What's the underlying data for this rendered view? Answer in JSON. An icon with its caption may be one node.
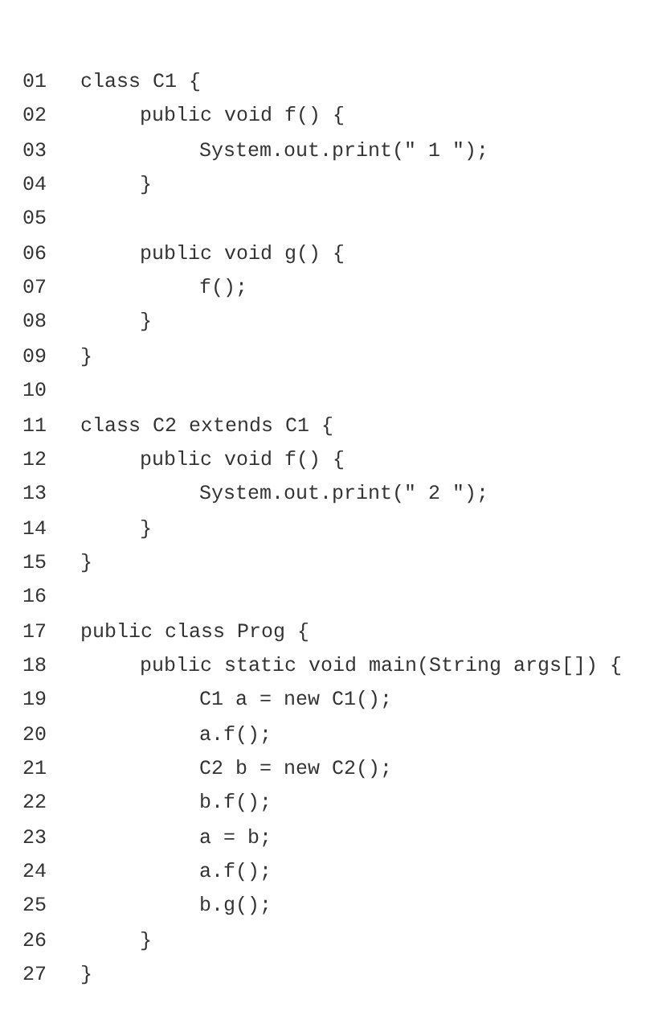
{
  "diagram": {
    "labels": [
      "01",
      "class C1 {",
      "02",
      "public void f() {",
      "03",
      "System.out.print(\" 1 \");",
      "04",
      "}",
      "05",
      "06",
      "public void g() {",
      "07",
      "f();",
      "08",
      "}",
      "09",
      "}",
      "10",
      "11",
      "class C2 extends C1 {",
      "12",
      "public void f() {",
      "13",
      "System.out.print(\" 2 \");",
      "14",
      "}",
      "15",
      "}",
      "16",
      "17",
      "public class Prog {",
      "18",
      "public static void main(String args[]) {",
      "19",
      "C1 a = new C1();",
      "20",
      "a.f();",
      "21",
      "C2 b = new C2();",
      "22",
      "b.f();",
      "23",
      "a = b;",
      "24",
      "a.f();",
      "25",
      "b.g();",
      "26",
      "}",
      "27",
      "}"
    ]
  }
}
